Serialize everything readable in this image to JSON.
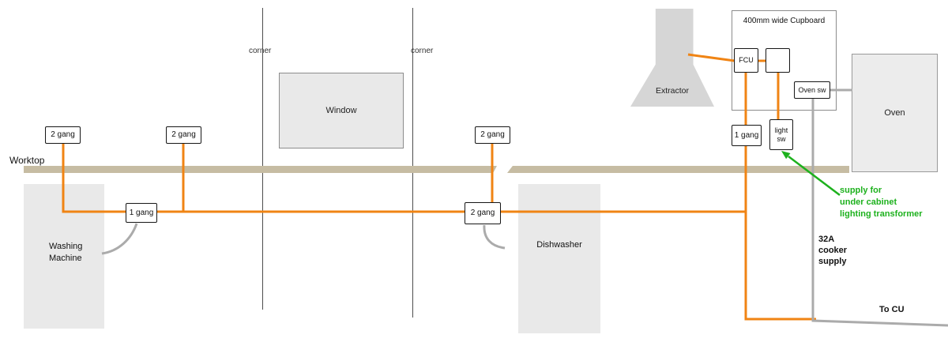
{
  "colors": {
    "wire_orange": "#F08414",
    "wire_gray": "#ABABAB",
    "green": "#1DB11D",
    "worktop_tan": "#C6BCA3",
    "appliance_gray": "#E9E9E9",
    "extractor_gray": "#D6D6D6"
  },
  "labels": {
    "worktop": "Worktop",
    "corner": "corner",
    "window": "Window",
    "washing_machine": "Washing\nMachine",
    "dishwasher": "Dishwasher",
    "extractor": "Extractor",
    "cupboard": "400mm wide Cupboard",
    "oven": "Oven"
  },
  "devices": {
    "two_gang": "2 gang",
    "one_gang": "1 gang",
    "fcu": "FCU",
    "oven_sw": "Oven sw",
    "light_sw": "light\nsw"
  },
  "annotations": {
    "lighting_supply": "supply for\nunder cabinet\nlighting transformer",
    "cooker_supply": "32A\ncooker\nsupply",
    "to_cu": "To CU"
  }
}
